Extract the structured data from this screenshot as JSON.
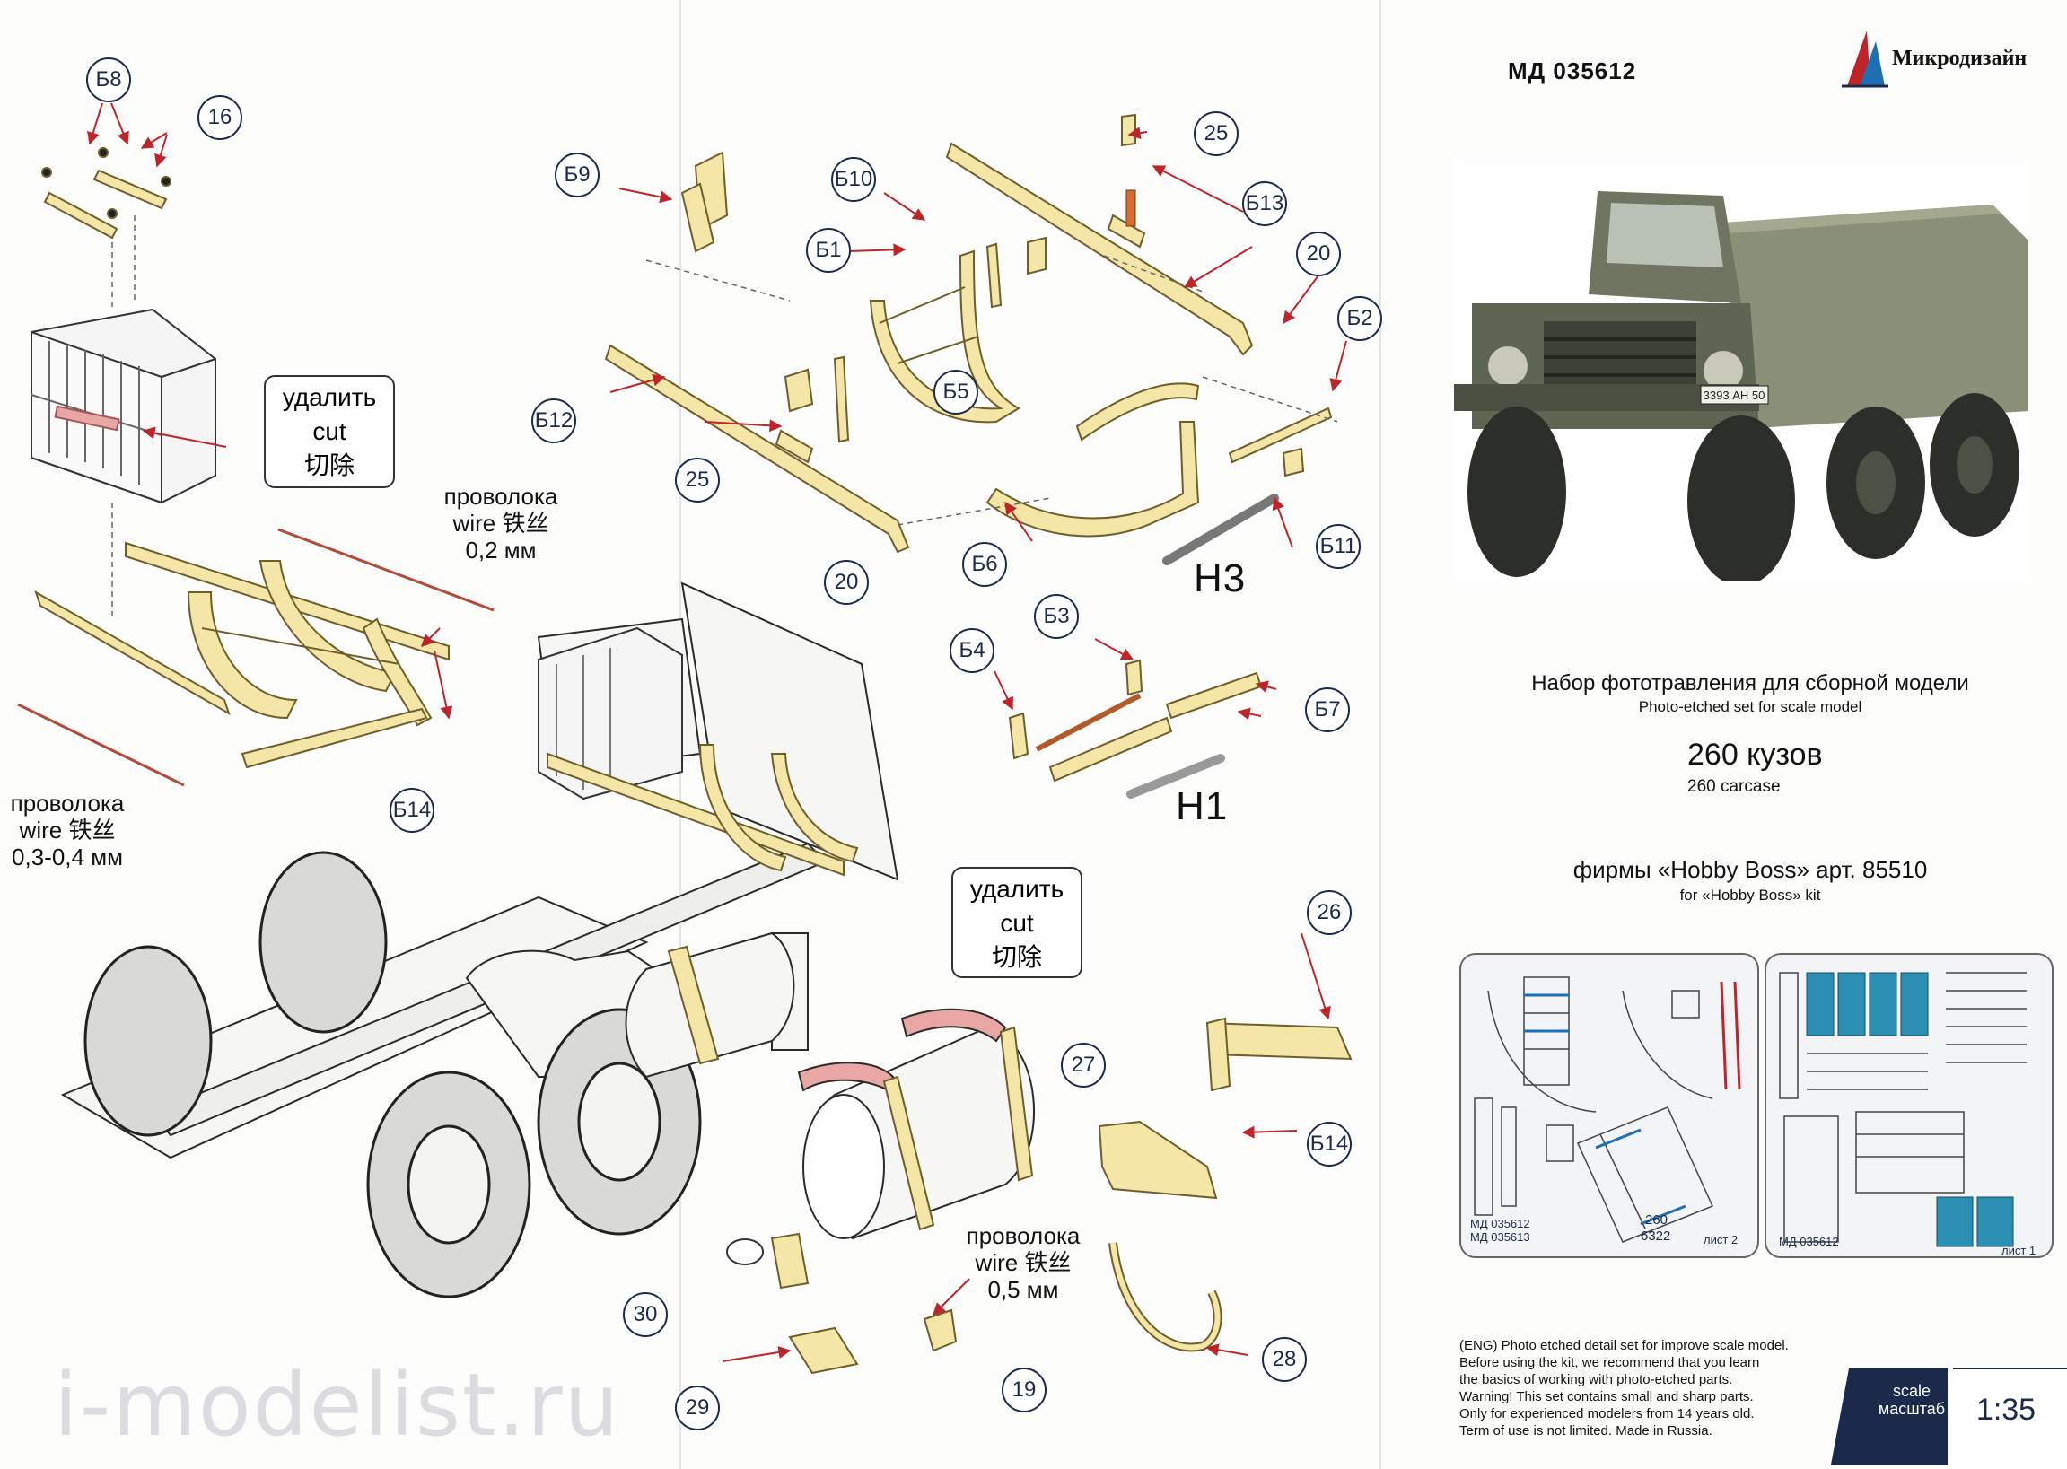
{
  "header": {
    "code": "МД 035612",
    "brand": "Микродизайн"
  },
  "product": {
    "title_ru": "Набор фототравления для сборной модели",
    "title_en": "Photo-etched set for scale model",
    "model_ru": "260 кузов",
    "model_en": "260 carcase",
    "kit_ru": "фирмы «Hobby Boss» арт. 85510",
    "kit_en": "for «Hobby Boss» kit"
  },
  "photo": {
    "plate": "3393 АН 50"
  },
  "callouts": {
    "b8": "Б8",
    "c16": "16",
    "b9": "Б9",
    "b10": "Б10",
    "c25a": "25",
    "b13": "Б13",
    "b1": "Б1",
    "c20a": "20",
    "b2": "Б2",
    "b5": "Б5",
    "b12": "Б12",
    "c25b": "25",
    "b6": "Б6",
    "c20b": "20",
    "b11": "Б11",
    "b3": "Б3",
    "b4": "Б4",
    "b7": "Б7",
    "b14a": "Б14",
    "c26": "26",
    "c27": "27",
    "b14b": "Б14",
    "c28": "28",
    "c30": "30",
    "c29": "29",
    "c19": "19"
  },
  "markers": {
    "h3": "Н3",
    "h1": "Н1"
  },
  "cut_label": {
    "ru": "удалить",
    "en": "cut",
    "zh": "切除"
  },
  "wires": {
    "w02": {
      "ru": "проволока",
      "en": "wire 铁丝",
      "size": "0,2 мм"
    },
    "w034": {
      "ru": "проволока",
      "en": "wire 铁丝",
      "size": "0,3-0,4 мм"
    },
    "w05": {
      "ru": "проволока",
      "en": "wire 铁丝",
      "size": "0,5 мм"
    }
  },
  "thumbs": {
    "left_codes": [
      "МД 035612",
      "МД 035613"
    ],
    "left_nums": [
      "260",
      "6322"
    ],
    "left_sheet": "лист 2",
    "right_code": "МД 035612",
    "right_sheet": "лист 1"
  },
  "note_en": {
    "l1": "(ENG) Photo etched detail set for improve scale model.",
    "l2": "Before using the kit, we recommend that you learn",
    "l3": "the basics of working with photo-etched parts.",
    "l4": "Warning! This set contains small and sharp parts.",
    "l5": "Only for experienced modelers from 14 years old.",
    "l6": "Term of use is not limited. Made in Russia."
  },
  "scale": {
    "label_en": "scale",
    "label_ru": "масштаб",
    "value": "1:35"
  },
  "watermark": "i-modelist.ru",
  "colors": {
    "pe_part": "#f3e6a6",
    "pe_outline": "#6d5e2a",
    "callout": "#1b2a4a",
    "cut_strip": "#e8a7a5",
    "arrow": "#c0242b",
    "scale_badge": "#1b2a4a"
  }
}
